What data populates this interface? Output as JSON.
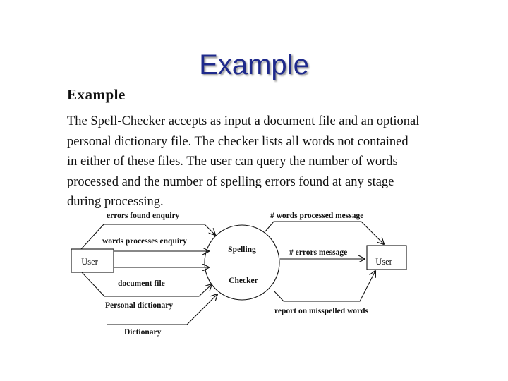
{
  "slide": {
    "title": "Example"
  },
  "content": {
    "heading": "Example",
    "paragraph": "The Spell-Checker accepts as input a document file and an optional personal dictionary file. The checker lists all words not contained in either of these files. The user can query the number of words processed and the number of spelling errors found at any stage during processing."
  },
  "diagram": {
    "process_label_top": "Spelling",
    "process_label_bottom": "Checker",
    "left_entity": "User",
    "right_entity": "User",
    "flows": {
      "errors_found_enquiry": "errors found enquiry",
      "words_processes_enquiry": "words processes enquiry",
      "document_file": "document file",
      "personal_dictionary": "Personal dictionary",
      "dictionary": "Dictionary",
      "words_processed_message": "# words processed message",
      "errors_message": "# errors message",
      "report_misspelled": "report on misspelled words"
    }
  }
}
